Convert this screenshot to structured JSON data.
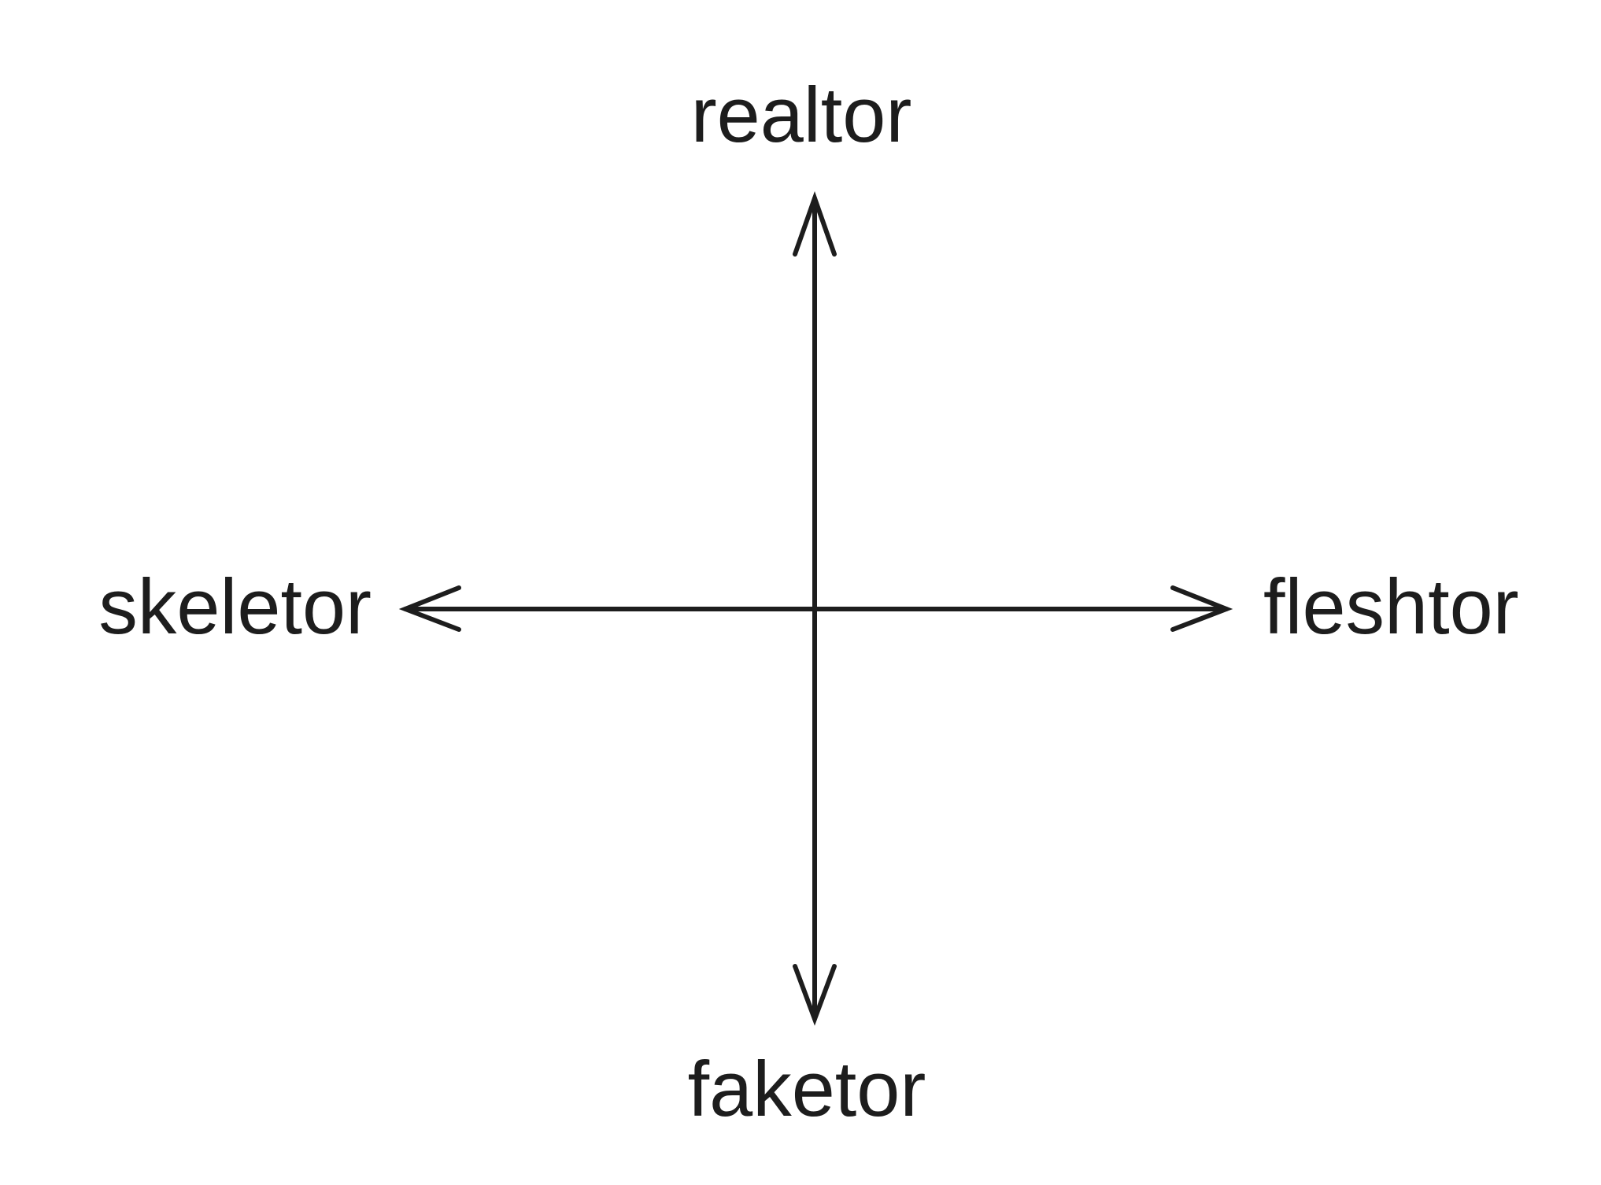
{
  "diagram": {
    "type": "two-axis-cross",
    "labels": {
      "top": "realtor",
      "bottom": "faketor",
      "left": "skeletor",
      "right": "fleshtor"
    },
    "colors": {
      "ink": "#1d1d1d",
      "background": "#ffffff"
    }
  }
}
